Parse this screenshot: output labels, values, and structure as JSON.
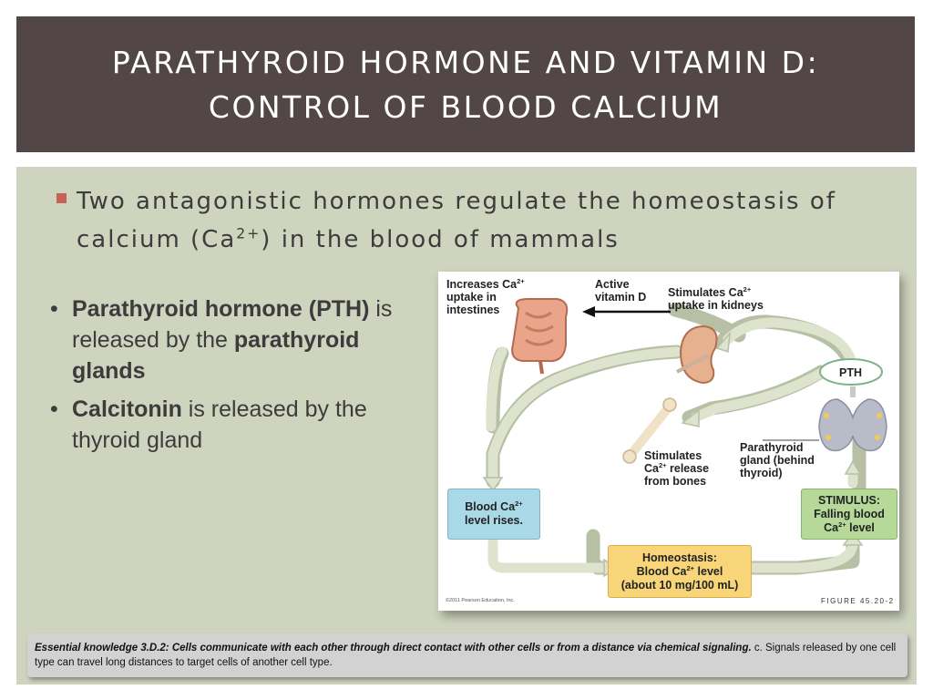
{
  "title": {
    "line1": "PARATHYROID HORMONE AND VITAMIN D:",
    "line2": "CONTROL OF BLOOD CALCIUM"
  },
  "main_bullet": {
    "before": "Two antagonistic hormones regulate the homeostasis of calcium (Ca",
    "sup": "2+",
    "after": ") in the blood of mammals"
  },
  "sub_bullets": [
    {
      "bullet": "•",
      "bold1": "Parathyroid hormone (PTH)",
      "text": " is released by the ",
      "bold2": "parathyroid glands"
    },
    {
      "bullet": "•",
      "bold1": "Calcitonin",
      "text": " is released by the thyroid gland"
    }
  ],
  "figure": {
    "intestines": {
      "a": "Increases Ca",
      "sup": "2+",
      "b": "uptake in",
      "c": "intestines"
    },
    "vitamin_d": {
      "a": "Active",
      "b": "vitamin D"
    },
    "kidneys": {
      "a": "Stimulates Ca",
      "sup": "2+",
      "b": "uptake in kidneys"
    },
    "pth": "PTH",
    "bones": {
      "a": "Stimulates",
      "b": "Ca",
      "sup": "2+",
      "c": " release",
      "d": "from bones"
    },
    "parathyroid": {
      "a": "Parathyroid",
      "b": "gland (behind",
      "c": "thyroid)"
    },
    "blood_rises": {
      "a": "Blood Ca",
      "sup": "2+",
      "b": "level rises."
    },
    "stimulus": {
      "a": "STIMULUS:",
      "b": "Falling blood",
      "c": "Ca",
      "sup": "2+",
      "d": " level"
    },
    "homeostasis": {
      "a": "Homeostasis:",
      "b": "Blood Ca",
      "sup": "2+",
      "c": " level",
      "d": "(about 10 mg/100 mL)"
    },
    "copyright": "©2011 Pearson Education, Inc.",
    "figure_label": "FIGURE 45.20-2",
    "colors": {
      "blue_box": "#a9d8e6",
      "yellow_box": "#f9d57a",
      "green_box": "#b6d99a",
      "arrow": "#d9e0c8",
      "arrow_outline": "#b7bfa5"
    }
  },
  "note": {
    "bold": "Essential knowledge 3.D.2: Cells communicate with each other through direct contact with other cells or from a distance via chemical signaling.",
    "rest": " c. Signals released by one cell type can travel long distances to target cells of another cell type."
  }
}
